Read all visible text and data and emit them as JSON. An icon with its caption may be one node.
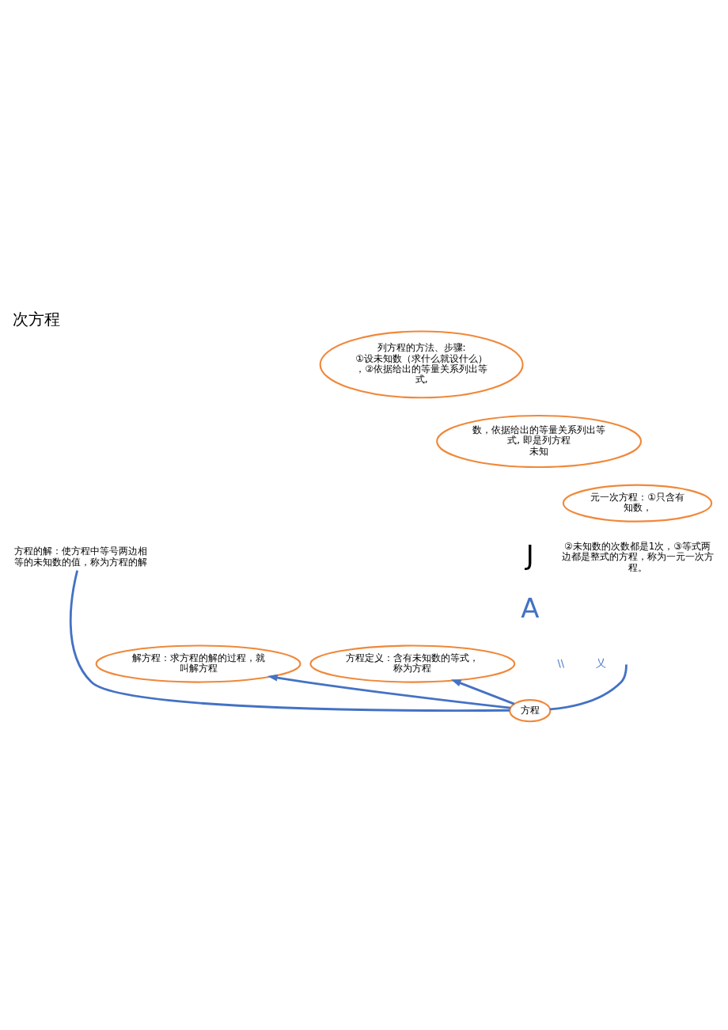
{
  "diagram": {
    "title": "次方程",
    "nodes": [
      {
        "text": [
          "列方程的方法、步骤:",
          "①设未知数（求什么就设什么），②依据给出的等量关系列出等式,"
        ]
      },
      {
        "text": [
          "数，依据给出的等量关系列出等式, 即是列方程",
          "未知"
        ]
      },
      {
        "text": [
          "元一次方程：①只含有",
          "知数，"
        ],
        "beside": [
          "②未知数的次数都是1次，③等式两边都是整式的方程，称为一元一次方程。"
        ]
      },
      {
        "text": [
          "方程的解：使方程中等号两边相等的未知数的值，称为方程的解"
        ]
      },
      {
        "text": [
          "解方程：求方程的解的过程，就叫解方程"
        ]
      },
      {
        "text": [
          "方程定义：含有未知数的等式，称为方程"
        ]
      },
      {
        "text": [
          "方程"
        ]
      }
    ],
    "edges": [
      {
        "from": 6,
        "to": 3,
        "arrow": "none"
      },
      {
        "from": 6,
        "to": 4,
        "arrow": "to"
      },
      {
        "from": 6,
        "to": 5,
        "arrow": "to"
      },
      {
        "from": 6,
        "to": null,
        "arrow": "none"
      }
    ],
    "labels": [
      "J",
      "A",
      "\\\\",
      "乂"
    ]
  }
}
